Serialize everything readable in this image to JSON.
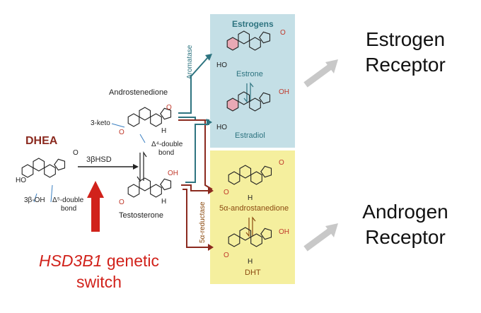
{
  "colors": {
    "estrogen_panel": "#c4dfe6",
    "androgen_panel": "#f5ef9e",
    "teal_arrow": "#2e7480",
    "brown_arrow": "#8b2a1f",
    "red_arrow": "#d1221b",
    "gray_arrow": "#c8c8c8",
    "ketone_red": "#c0392b"
  },
  "diagram": {
    "dhea": {
      "title": "DHEA",
      "beta_oh_label": "3β-OH",
      "delta5_label": "Δ⁵-double",
      "delta5_label2": "bond",
      "ho": "HO",
      "ketone": "O"
    },
    "enzyme_3bhsd": "3βHSD",
    "androstenedione": {
      "name": "Androstenedione",
      "keto_label": "3-keto",
      "delta4_label": "Δ⁴-double",
      "delta4_label2": "bond"
    },
    "testosterone": {
      "name": "Testosterone"
    },
    "aromatase": "Aromatase",
    "reductase": "5α-reductase",
    "estrogens": {
      "title": "Estrogens",
      "estrone": "Estrone",
      "estradiol": "Estradiol"
    },
    "androgens": {
      "androstanedione": "5α-androstanedione",
      "dht": "DHT"
    },
    "atoms": {
      "O": "O",
      "OH": "OH",
      "HO": "HO",
      "H": "H"
    },
    "estrogen_receptor": {
      "line1": "Estrogen",
      "line2": "Receptor"
    },
    "androgen_receptor": {
      "line1": "Androgen",
      "line2": "Receptor"
    },
    "genetic_switch": {
      "gene": "HSD3B1",
      "rest": " genetic",
      "line2": "switch"
    }
  }
}
